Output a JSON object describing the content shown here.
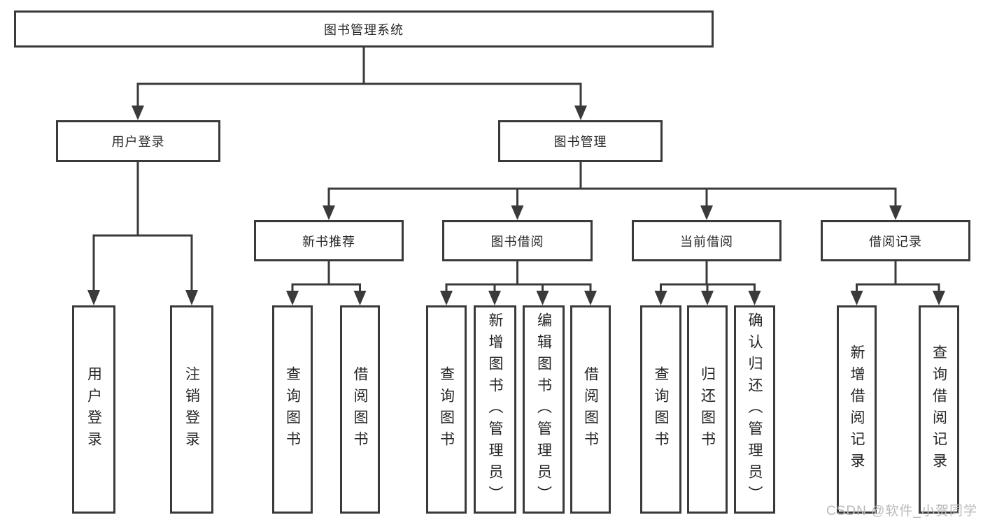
{
  "diagram": {
    "type": "tree",
    "colors": {
      "line": "#3a3a3a",
      "text": "#262626",
      "background": "#ffffff",
      "watermark_text": "#b9b9b9"
    },
    "watermark": "CSDN @软件_小贺同学",
    "root": {
      "label": "图书管理系统",
      "children": [
        {
          "label": "用户登录",
          "children": [
            {
              "label": "用户登录"
            },
            {
              "label": "注销登录"
            }
          ]
        },
        {
          "label": "图书管理",
          "children": [
            {
              "label": "新书推荐",
              "children": [
                {
                  "label": "查询图书"
                },
                {
                  "label": "借阅图书"
                }
              ]
            },
            {
              "label": "图书借阅",
              "children": [
                {
                  "label": "查询图书"
                },
                {
                  "label": "新增图书（管理员）"
                },
                {
                  "label": "编辑图书（管理员）"
                },
                {
                  "label": "借阅图书"
                }
              ]
            },
            {
              "label": "当前借阅",
              "children": [
                {
                  "label": "查询图书"
                },
                {
                  "label": "归还图书"
                },
                {
                  "label": "确认归还（管理员）"
                }
              ]
            },
            {
              "label": "借阅记录",
              "children": [
                {
                  "label": "新增借阅记录"
                },
                {
                  "label": "查询借阅记录"
                }
              ]
            }
          ]
        }
      ]
    }
  }
}
